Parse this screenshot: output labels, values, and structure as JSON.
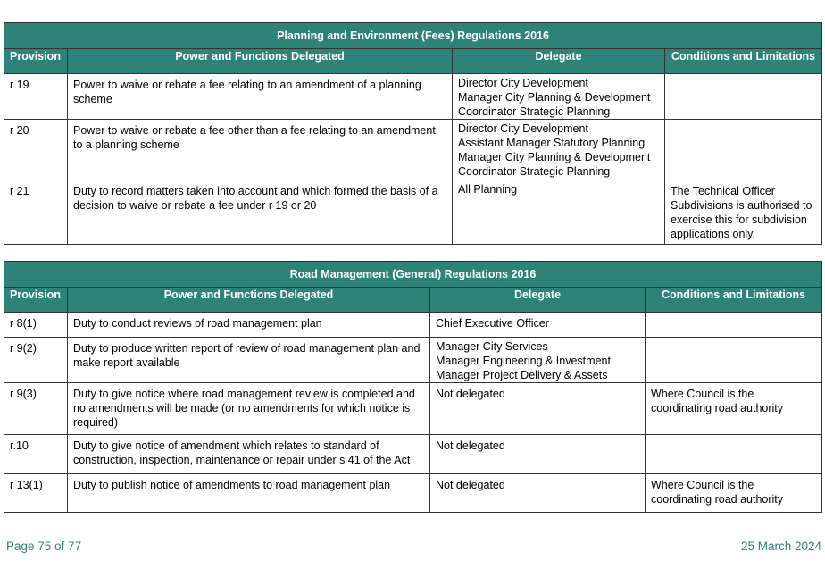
{
  "tables": [
    {
      "title": "Planning and Environment (Fees) Regulations 2016",
      "headers": [
        "Provision",
        "Power and Functions Delegated",
        "Delegate",
        "Conditions and Limitations"
      ],
      "rows": [
        {
          "provision": "r 19",
          "power": "Power to waive or rebate a fee relating to an amendment of a planning scheme",
          "delegates": [
            "Director City Development",
            "Manager City Planning & Development",
            "Coordinator Strategic Planning"
          ],
          "conditions": ""
        },
        {
          "provision": "r 20",
          "power": "Power to waive or rebate a fee other than a fee relating to an amendment to a planning scheme",
          "delegates": [
            "Director City Development",
            "Assistant Manager Statutory Planning",
            "Manager City Planning & Development",
            "Coordinator Strategic Planning"
          ],
          "conditions": ""
        },
        {
          "provision": "r 21",
          "power": "Duty to record matters taken into account and which formed the basis of a decision to waive or rebate a fee under r 19 or 20",
          "delegates": [
            "All Planning"
          ],
          "conditions": "The Technical Officer Subdivisions is authorised to exercise this for subdivision applications only."
        }
      ]
    },
    {
      "title": "Road Management (General) Regulations 2016",
      "headers": [
        "Provision",
        "Power and Functions Delegated",
        "Delegate",
        "Conditions and Limitations"
      ],
      "rows": [
        {
          "provision": "r 8(1)",
          "power": "Duty to conduct reviews of road management plan",
          "delegates": [
            "Chief Executive Officer"
          ],
          "conditions": ""
        },
        {
          "provision": "r 9(2)",
          "power": "Duty to produce written report of review of road management plan and make report available",
          "delegates": [
            "Manager City Services",
            "Manager Engineering & Investment",
            "Manager Project Delivery & Assets"
          ],
          "conditions": ""
        },
        {
          "provision": "r 9(3)",
          "power": "Duty to give notice where road management review is completed and no amendments will be made (or no amendments for  which notice is required)",
          "delegates": [
            "Not delegated"
          ],
          "conditions": "Where Council is the coordinating road authority"
        },
        {
          "provision": "r.10",
          "power": "Duty to give notice of amendment which relates to standard of construction, inspection, maintenance or repair under s 41 of the Act",
          "delegates": [
            "Not delegated"
          ],
          "conditions": ""
        },
        {
          "provision": "r 13(1)",
          "power": "Duty to publish notice of amendments to road management plan",
          "delegates": [
            "Not delegated"
          ],
          "conditions": "Where Council is the coordinating road authority"
        }
      ]
    }
  ],
  "footer": {
    "page": "Page 75 of 77",
    "date": "25 March 2024"
  },
  "colors": {
    "header_bg": "#2e8378",
    "footer_text": "#2e8378"
  }
}
